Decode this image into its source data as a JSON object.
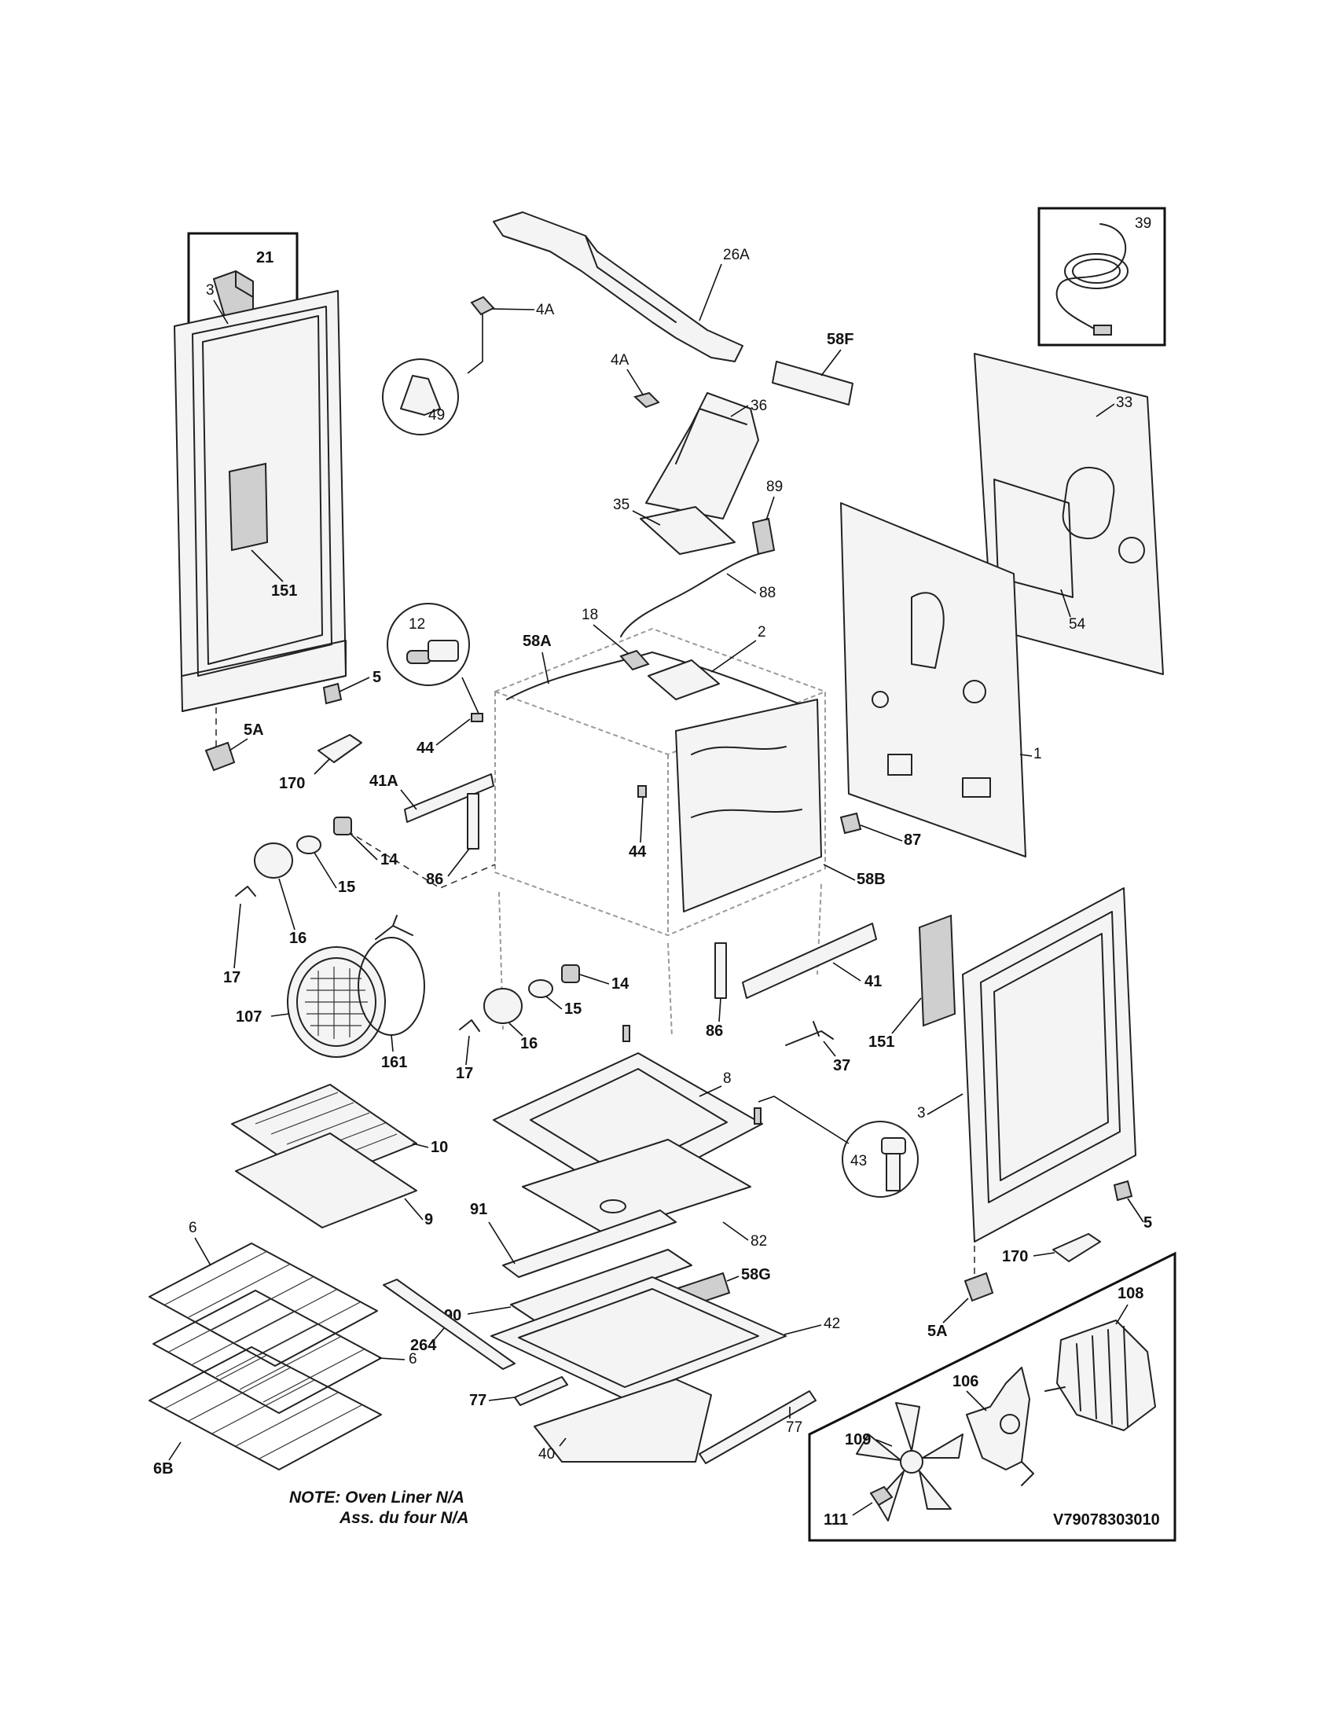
{
  "diagram": {
    "labels": {
      "p21": "21",
      "p39": "39",
      "p26A": "26A",
      "p4A_a": "4A",
      "p4A_b": "4A",
      "p49": "49",
      "p58F": "58F",
      "p3_left": "3",
      "p36": "36",
      "p33": "33",
      "p89": "89",
      "p35": "35",
      "p151_left": "151",
      "p88": "88",
      "p54": "54",
      "p18": "18",
      "p2": "2",
      "p58A": "58A",
      "p12": "12",
      "p5_left": "5",
      "p1": "1",
      "p5A_left": "5A",
      "p44_a": "44",
      "p170_left": "170",
      "p41A": "41A",
      "p44_b": "44",
      "p87": "87",
      "p86_a": "86",
      "p58B": "58B",
      "p14_a": "14",
      "p15_a": "15",
      "p16_a": "16",
      "p17_a": "17",
      "p41": "41",
      "p151_right": "151",
      "p107": "107",
      "p14_b": "14",
      "p15_b": "15",
      "p86_b": "86",
      "p37": "37",
      "p161": "161",
      "p16_b": "16",
      "p17_b": "17",
      "p8": "8",
      "p3_right": "3",
      "p43": "43",
      "p10": "10",
      "p9": "9",
      "p91": "91",
      "p82": "82",
      "p6_a": "6",
      "p5_right": "5",
      "p170_right": "170",
      "p58G": "58G",
      "p108": "108",
      "p90": "90",
      "p42": "42",
      "p5A_right": "5A",
      "p264": "264",
      "p6_b": "6",
      "p106": "106",
      "p77_a": "77",
      "p77_b": "77",
      "p109": "109",
      "p6B": "6B",
      "p40": "40",
      "p111": "111"
    },
    "note_line1": "NOTE: Oven Liner N/A",
    "note_line2": "Ass. du four N/A",
    "drawing_code": "V79078303010"
  }
}
